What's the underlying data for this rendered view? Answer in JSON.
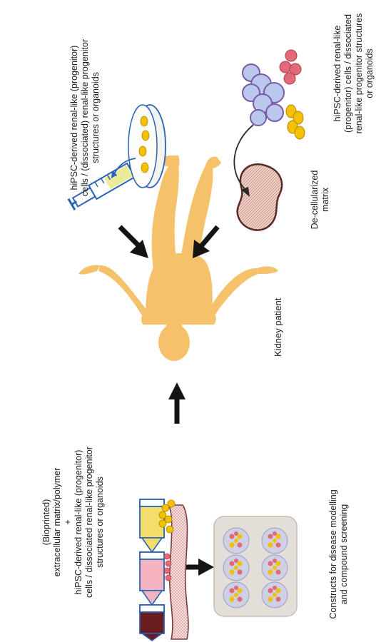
{
  "labels": {
    "top_left": {
      "lines": [
        "hiPSC-derived renal-like (progenitor)",
        "cells / (dissociated) renal-like progenitor",
        "structures or organoids"
      ]
    },
    "top_right_matrix": {
      "lines": [
        "De-cellularized",
        "matrix"
      ]
    },
    "top_right_cells": {
      "lines": [
        "hiPSC-derived renal-like",
        "(progenitor) cells / dissociated",
        "renal-like progenitor structures",
        "or organoids"
      ]
    },
    "patient": {
      "text": "Kidney patient"
    },
    "bottom_left": {
      "lines": [
        "(Bioprinted)",
        "extracellular matrix/polymer",
        "+",
        "hiPSC-derived renal-like (progenitor)",
        "cells / dissociated renal-like progenitor",
        "structures or organoids"
      ]
    },
    "bottom_right": {
      "lines": [
        "Constructs for disease modelling",
        "and compound screening"
      ]
    }
  },
  "colors": {
    "body": "#f6c16b",
    "arrow": "#141414",
    "cell_blue": "#b9c8ec",
    "cell_blue_edge": "#7b5aa6",
    "cell_red": "#e06a78",
    "cell_yellow": "#f2c200",
    "matrix_fill": "#e8c2b8",
    "matrix_edge": "#5a2b24",
    "ink_yellow": "#f4dd6a",
    "ink_pink": "#f3b3bf",
    "ink_maroon": "#6b1d1d",
    "dish": "#d7d2ca"
  }
}
